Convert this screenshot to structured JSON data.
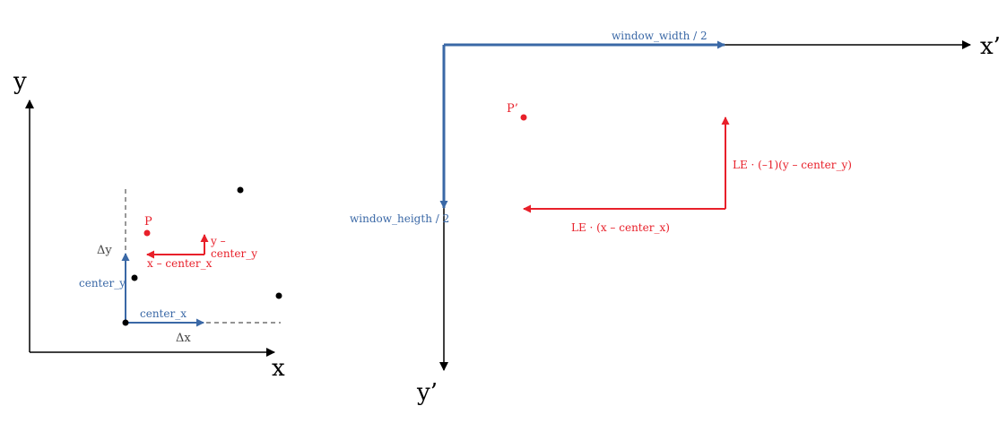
{
  "colors": {
    "axis": "#000000",
    "blue": "#3a68a6",
    "red": "#e8202a",
    "dash": "#555555",
    "gray_text": "#444444"
  },
  "left_diagram": {
    "axis_x_label": "x",
    "axis_y_label": "y",
    "delta_x_label": "Δx",
    "delta_y_label": "Δy",
    "center_x_label": "center_x",
    "center_y_label": "center_y",
    "point_label": "P",
    "x_offset_label": "x – center_x",
    "y_offset_label_line1": "y –",
    "y_offset_label_line2": "center_y"
  },
  "right_diagram": {
    "axis_x_label": "x’",
    "axis_y_label": "y’",
    "window_width_label": "window_width / 2",
    "window_height_label": "window_heigth / 2",
    "point_label": "P’",
    "le_x_label": "LE · (x – center_x)",
    "le_y_label": "LE · (–1)(y – center_y)"
  }
}
